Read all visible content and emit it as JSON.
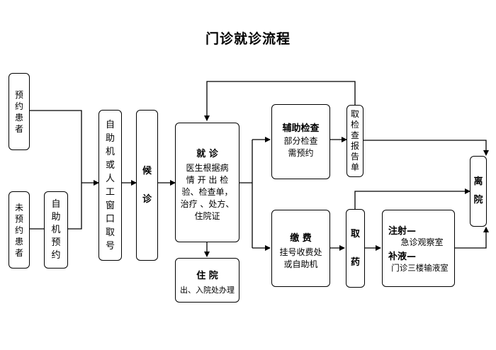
{
  "title": "门诊就诊流程",
  "nodes": {
    "appointment_patient": "预约患者",
    "no_appointment_patient": "未预约患者",
    "self_service_appointment": "自助机预约",
    "get_number": "自助机或人工窗口取号",
    "waiting": "候诊",
    "consultation": {
      "label": "就 诊",
      "lines": [
        "医生根据病",
        "情 开 出 检",
        "验、检查单，",
        "治疗 、处方、",
        "住院证"
      ]
    },
    "hospitalization": {
      "label": "住 院",
      "text": "出、入院处办理"
    },
    "auxiliary_exam": {
      "label": "辅助检查",
      "lines": [
        "部分检查",
        "需预约"
      ]
    },
    "payment": {
      "label": "缴 费",
      "lines": [
        "挂号收费处",
        "或自助机"
      ]
    },
    "get_report": "取检查报告单",
    "get_medicine": "取药",
    "treatment": {
      "line1_label": "注射—",
      "line2": "急诊观察室",
      "line3_label": "补液—",
      "line4": "门诊三楼输液室"
    },
    "leave": "离院"
  }
}
